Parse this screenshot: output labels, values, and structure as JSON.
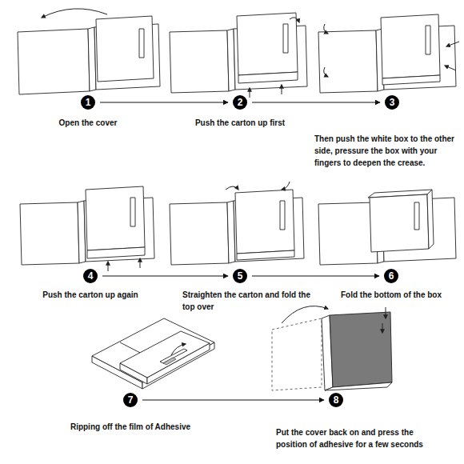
{
  "diagram": {
    "nodes": [
      {
        "text": [
          "1",
          "Open the cover"
        ]
      },
      {
        "text": [
          "2",
          "Push the carton up first"
        ]
      },
      {
        "text": [
          "3",
          "Then push the white box to the other side, pressure the box with your fingers to deepen the crease."
        ]
      },
      {
        "text": [
          "4",
          "Push the carton up again"
        ]
      },
      {
        "text": [
          "5",
          "Straighten the carton and fold the top over"
        ]
      },
      {
        "text": [
          "6",
          "Fold the bottom of the box"
        ]
      },
      {
        "text": [
          "7",
          "Ripping off the film of Adhesive"
        ]
      },
      {
        "text": [
          "8",
          "Put the cover back on and press the position of adhesive for a few seconds"
        ]
      }
    ],
    "edges": [
      {
        "from": 0,
        "to": 1,
        "arrow": "to"
      },
      {
        "from": 1,
        "to": 2,
        "arrow": "to"
      },
      {
        "from": 3,
        "to": 4,
        "arrow": "to"
      },
      {
        "from": 4,
        "to": 5,
        "arrow": "to"
      },
      {
        "from": 6,
        "to": 7,
        "arrow": "to"
      }
    ]
  }
}
